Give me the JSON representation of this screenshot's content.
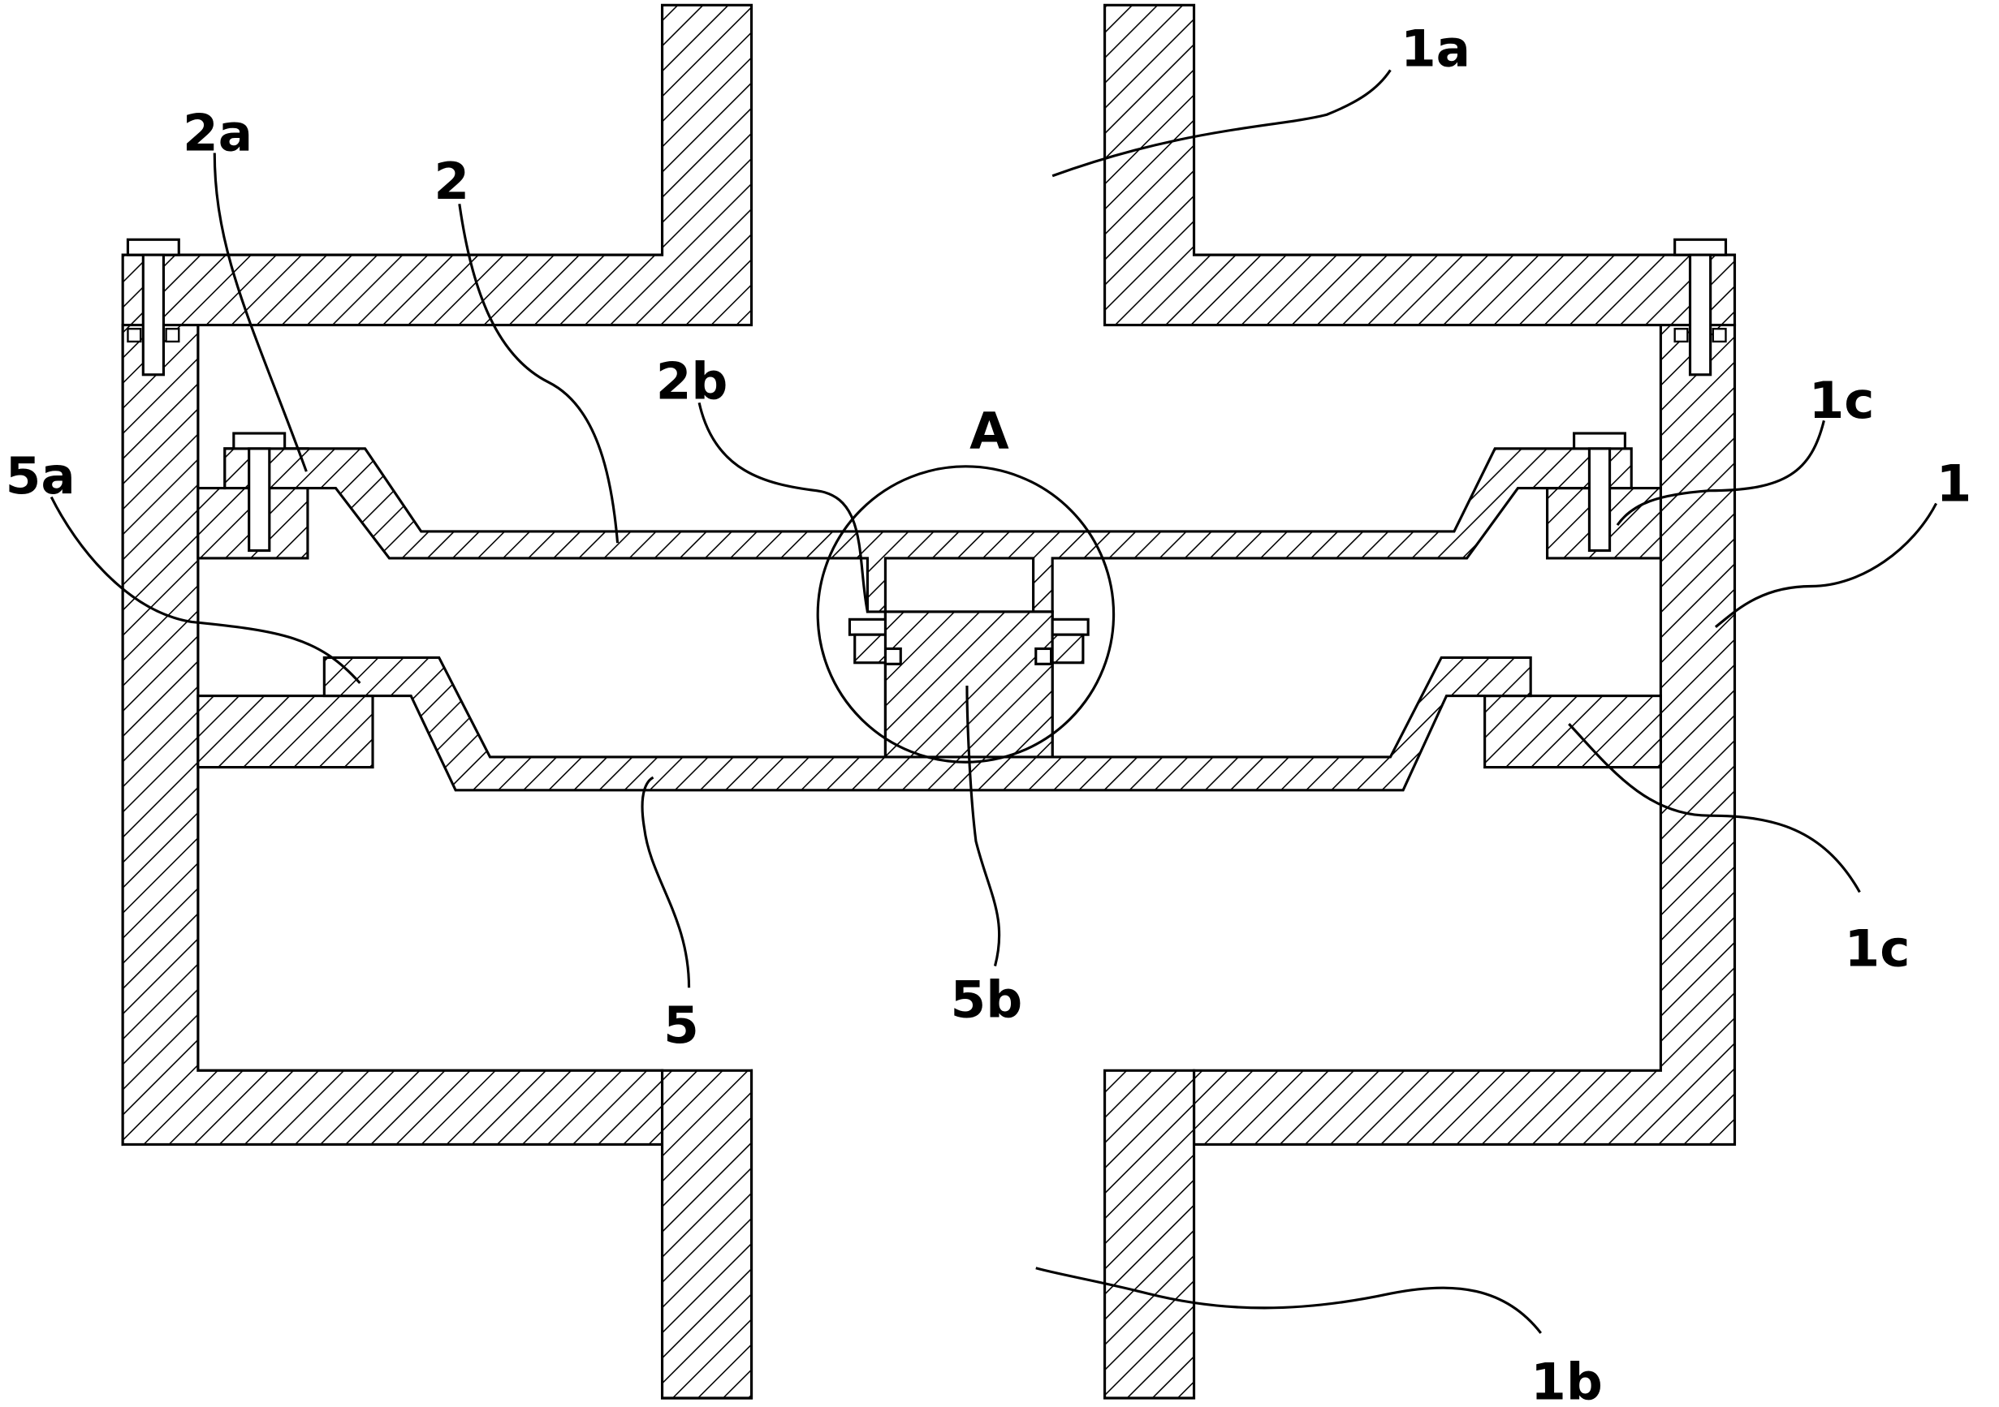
{
  "labels": {
    "l1a": "1a",
    "l2a": "2a",
    "l2": "2",
    "l2b": "2b",
    "lA": "A",
    "l1c_upper": "1c",
    "l1": "1",
    "l5a": "5a",
    "l1c_lower": "1c",
    "l5": "5",
    "l5b": "5b",
    "l1b": "1b"
  },
  "colors": {
    "line": "#000000",
    "background": "#ffffff"
  }
}
